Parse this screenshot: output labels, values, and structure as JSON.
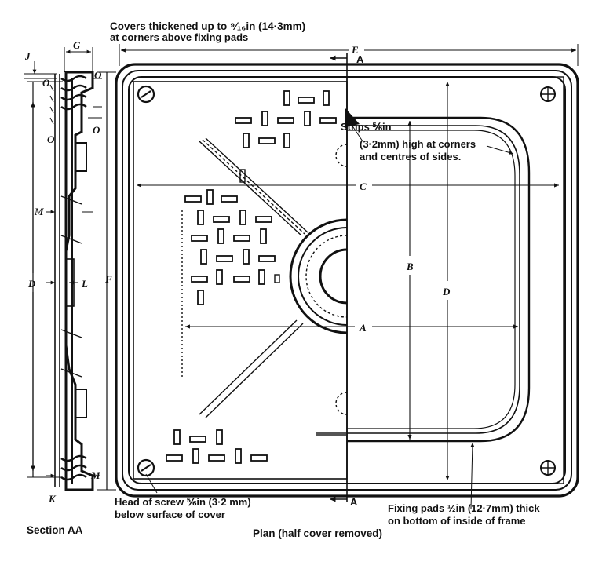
{
  "annotations": {
    "covers_line1": "Covers thickened up to ⁹⁄₁₆in (14·3mm)",
    "covers_line2": "at corners above fixing pads",
    "strips_line1": "Strips ⅚in",
    "strips_line2": "(3·2mm) high at corners",
    "strips_line3": "and centres of sides.",
    "screw_line1": "Head of screw ⅚in (3·2 mm)",
    "screw_line2": "below surface of cover",
    "pads_line1": "Fixing pads ½in (12·7mm) thick",
    "pads_line2": "on bottom of inside of frame"
  },
  "captions": {
    "section": "Section AA",
    "plan": "Plan (half cover removed)"
  },
  "dimensions": {
    "J": "J",
    "G": "G",
    "E": "E",
    "A_top": "A",
    "A_bottom": "A",
    "O1": "O",
    "O2": "O",
    "O3": "O",
    "O4": "O",
    "M1": "M",
    "M2": "M",
    "D_left": "D",
    "L": "L",
    "F": "F",
    "K": "K",
    "C": "C",
    "B": "B",
    "D_right": "D",
    "A_inner": "A"
  }
}
